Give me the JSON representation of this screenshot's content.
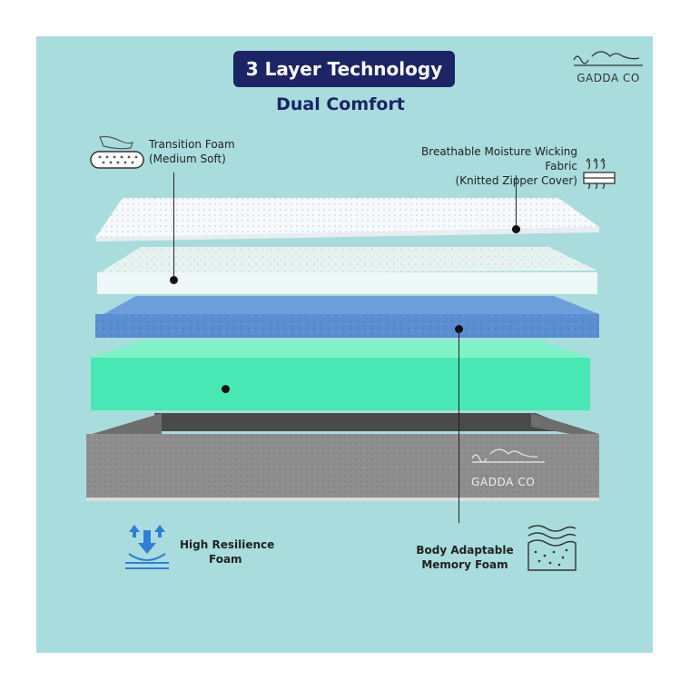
{
  "header": {
    "title": "3 Layer Technology",
    "subtitle": "Dual Comfort"
  },
  "brand": {
    "name": "GADDA CO",
    "base_name": "GADDA CO"
  },
  "labels": {
    "transition_line1": "Transition Foam",
    "transition_line2": "(Medium Soft)",
    "fabric_line1": "Breathable Moisture Wicking Fabric",
    "fabric_line2": "(Knitted Zipper Cover)",
    "resilience_line1": "High Resilience",
    "resilience_line2": "Foam",
    "memory_line1": "Body Adaptable",
    "memory_line2": "Memory Foam"
  },
  "colors": {
    "background": "#a9dcdc",
    "badge": "#1c2466",
    "cover": "#f7f9fb",
    "transition_layer": "#e8f4f2",
    "memory_layer": "#5b8ed0",
    "resilience_layer": "#48e8b4",
    "base": "#8a8a8a"
  },
  "icons": {
    "transition": "hand-foam-icon",
    "fabric": "fabric-airflow-icon",
    "resilience": "compression-arrows-icon",
    "memory": "memory-foam-waves-icon"
  }
}
